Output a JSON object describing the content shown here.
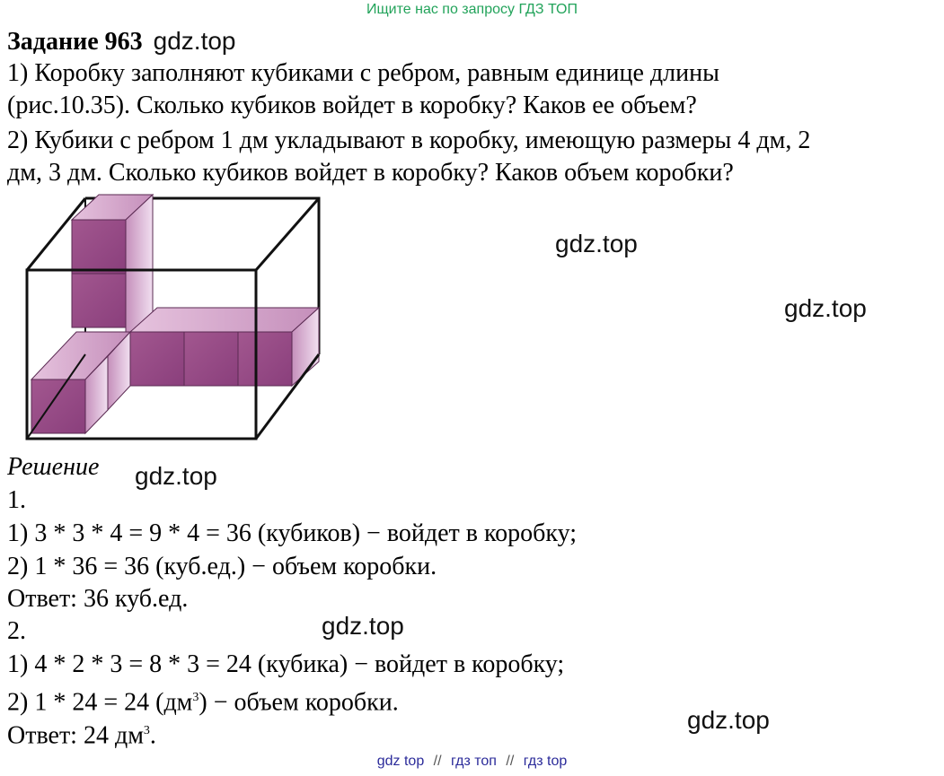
{
  "banner": "Ищите нас по запросу ГДЗ ТОП",
  "task": {
    "title": "Задание 963",
    "watermark": "gdz.top",
    "lines": [
      "1) Коробку заполняют кубиками с ребром, равным единице длины",
      "(рис.10.35). Сколько кубиков войдет в коробку? Каков ее объем?",
      "2) Кубики с ребром 1 дм укладывают в коробку, имеющую размеры 4 дм, 2",
      "дм, 3 дм. Сколько кубиков войдет в коробку? Каков объем коробки?"
    ]
  },
  "watermarks": [
    "gdz.top",
    "gdz.top",
    "gdz.top",
    "gdz.top",
    "gdz.top"
  ],
  "figure": {
    "cube_color": "#9b4d8e",
    "cube_light": "#d9a6cf",
    "cube_dark": "#7a3a70"
  },
  "solution": {
    "heading": "Решение",
    "part1_label": "1.",
    "part1": [
      "1) 3 * 3 * 4 = 9 * 4 = 36 (кубиков) − войдет в коробку;",
      "2) 1 * 36 = 36 (куб.ед.) − объем коробки.",
      "Ответ: 36 куб.ед."
    ],
    "part2_label": "2.",
    "part2_line1": "1) 4 * 2 * 3 = 8 * 3 = 24 (кубика) − войдет в коробку;",
    "part2_line2_pre": "2) 1 * 24 = 24 (дм",
    "part2_line2_sup": "3",
    "part2_line2_post": ") − объем коробки.",
    "part2_answer_pre": "Ответ: 24 дм",
    "part2_answer_sup": "3",
    "part2_answer_post": "."
  },
  "footer": {
    "items": [
      "gdz top",
      "гдз топ",
      "гдз top"
    ],
    "separator": "//"
  }
}
